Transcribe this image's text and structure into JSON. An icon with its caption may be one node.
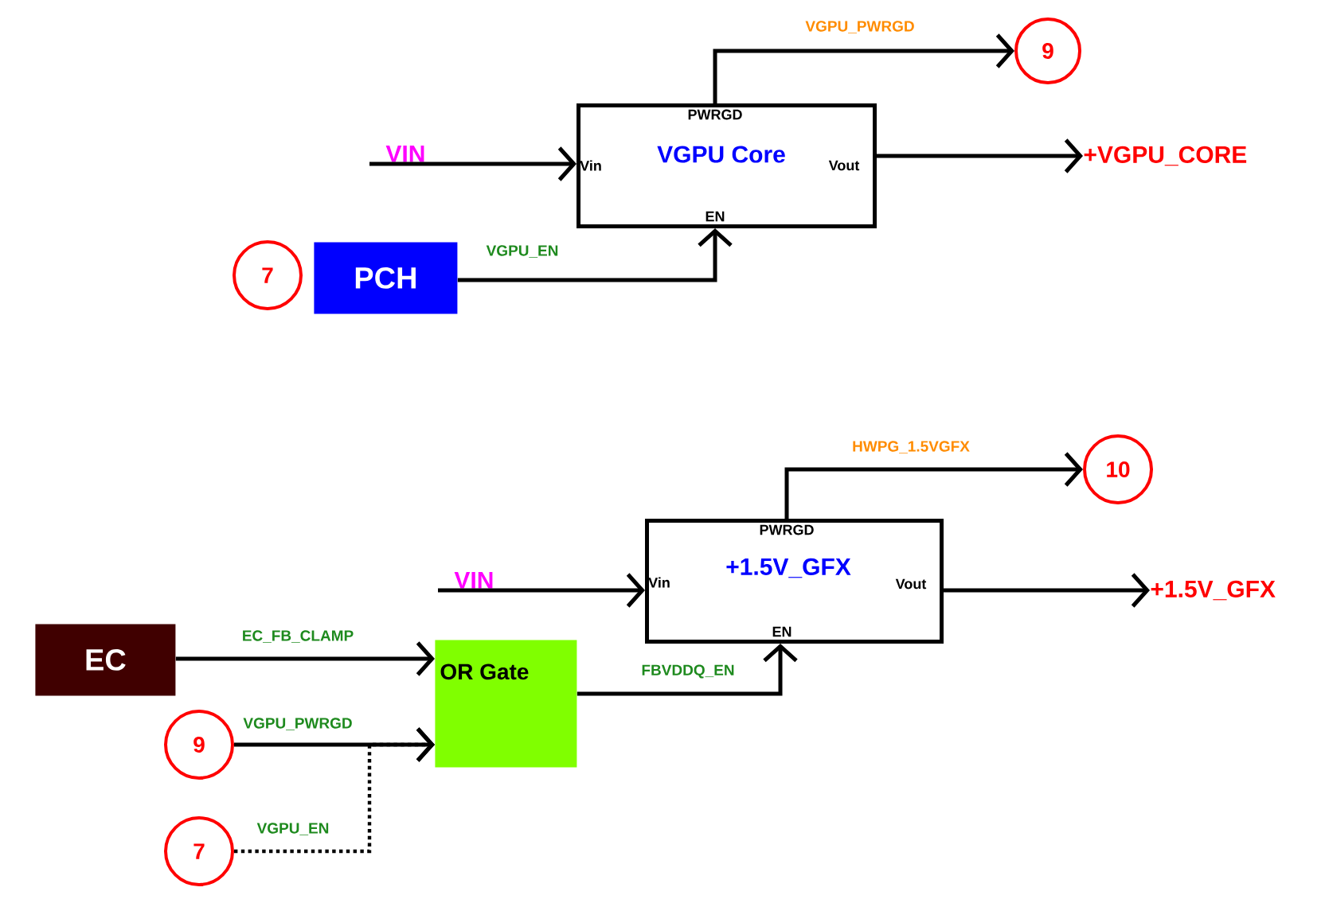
{
  "diagram": {
    "nodes": [
      {
        "text": [
          "PWRGD",
          "Vin",
          "VGPU Core",
          "Vout",
          "EN"
        ]
      },
      {
        "text": [
          "9"
        ]
      },
      {
        "text": [
          "VIN"
        ]
      },
      {
        "text": [
          "+VGPU_CORE"
        ]
      },
      {
        "text": [
          "7"
        ]
      },
      {
        "text": [
          "PCH"
        ]
      },
      {
        "text": [
          "10"
        ]
      },
      {
        "text": [
          "PWRGD",
          "Vin",
          "+1.5V_GFX",
          "Vout",
          "EN"
        ]
      },
      {
        "text": [
          "VIN"
        ]
      },
      {
        "text": [
          "+1.5V_GFX"
        ]
      },
      {
        "text": [
          "EC"
        ]
      },
      {
        "text": [
          "OR Gate"
        ]
      },
      {
        "text": [
          "9"
        ]
      },
      {
        "text": [
          "7"
        ]
      }
    ],
    "edges": [
      {
        "from": 0,
        "to": 1,
        "arrow": "to",
        "label": "VGPU_PWRGD"
      },
      {
        "from": 2,
        "to": 0,
        "arrow": "to"
      },
      {
        "from": 0,
        "to": 3,
        "arrow": "to"
      },
      {
        "from": 5,
        "to": 0,
        "arrow": "to",
        "label": "VGPU_EN"
      },
      {
        "from": 7,
        "to": 6,
        "arrow": "to",
        "label": "HWPG_1.5VGFX"
      },
      {
        "from": 8,
        "to": 7,
        "arrow": "to"
      },
      {
        "from": 7,
        "to": 9,
        "arrow": "to"
      },
      {
        "from": 10,
        "to": 11,
        "arrow": "to",
        "label": "EC_FB_CLAMP"
      },
      {
        "from": 12,
        "to": 11,
        "arrow": "to",
        "label": "VGPU_PWRGD"
      },
      {
        "from": 13,
        "to": 11,
        "arrow": "to",
        "label": "VGPU_EN",
        "style": "dashed"
      },
      {
        "from": 11,
        "to": 7,
        "arrow": "to",
        "label": "FBVDDQ_EN"
      }
    ]
  }
}
